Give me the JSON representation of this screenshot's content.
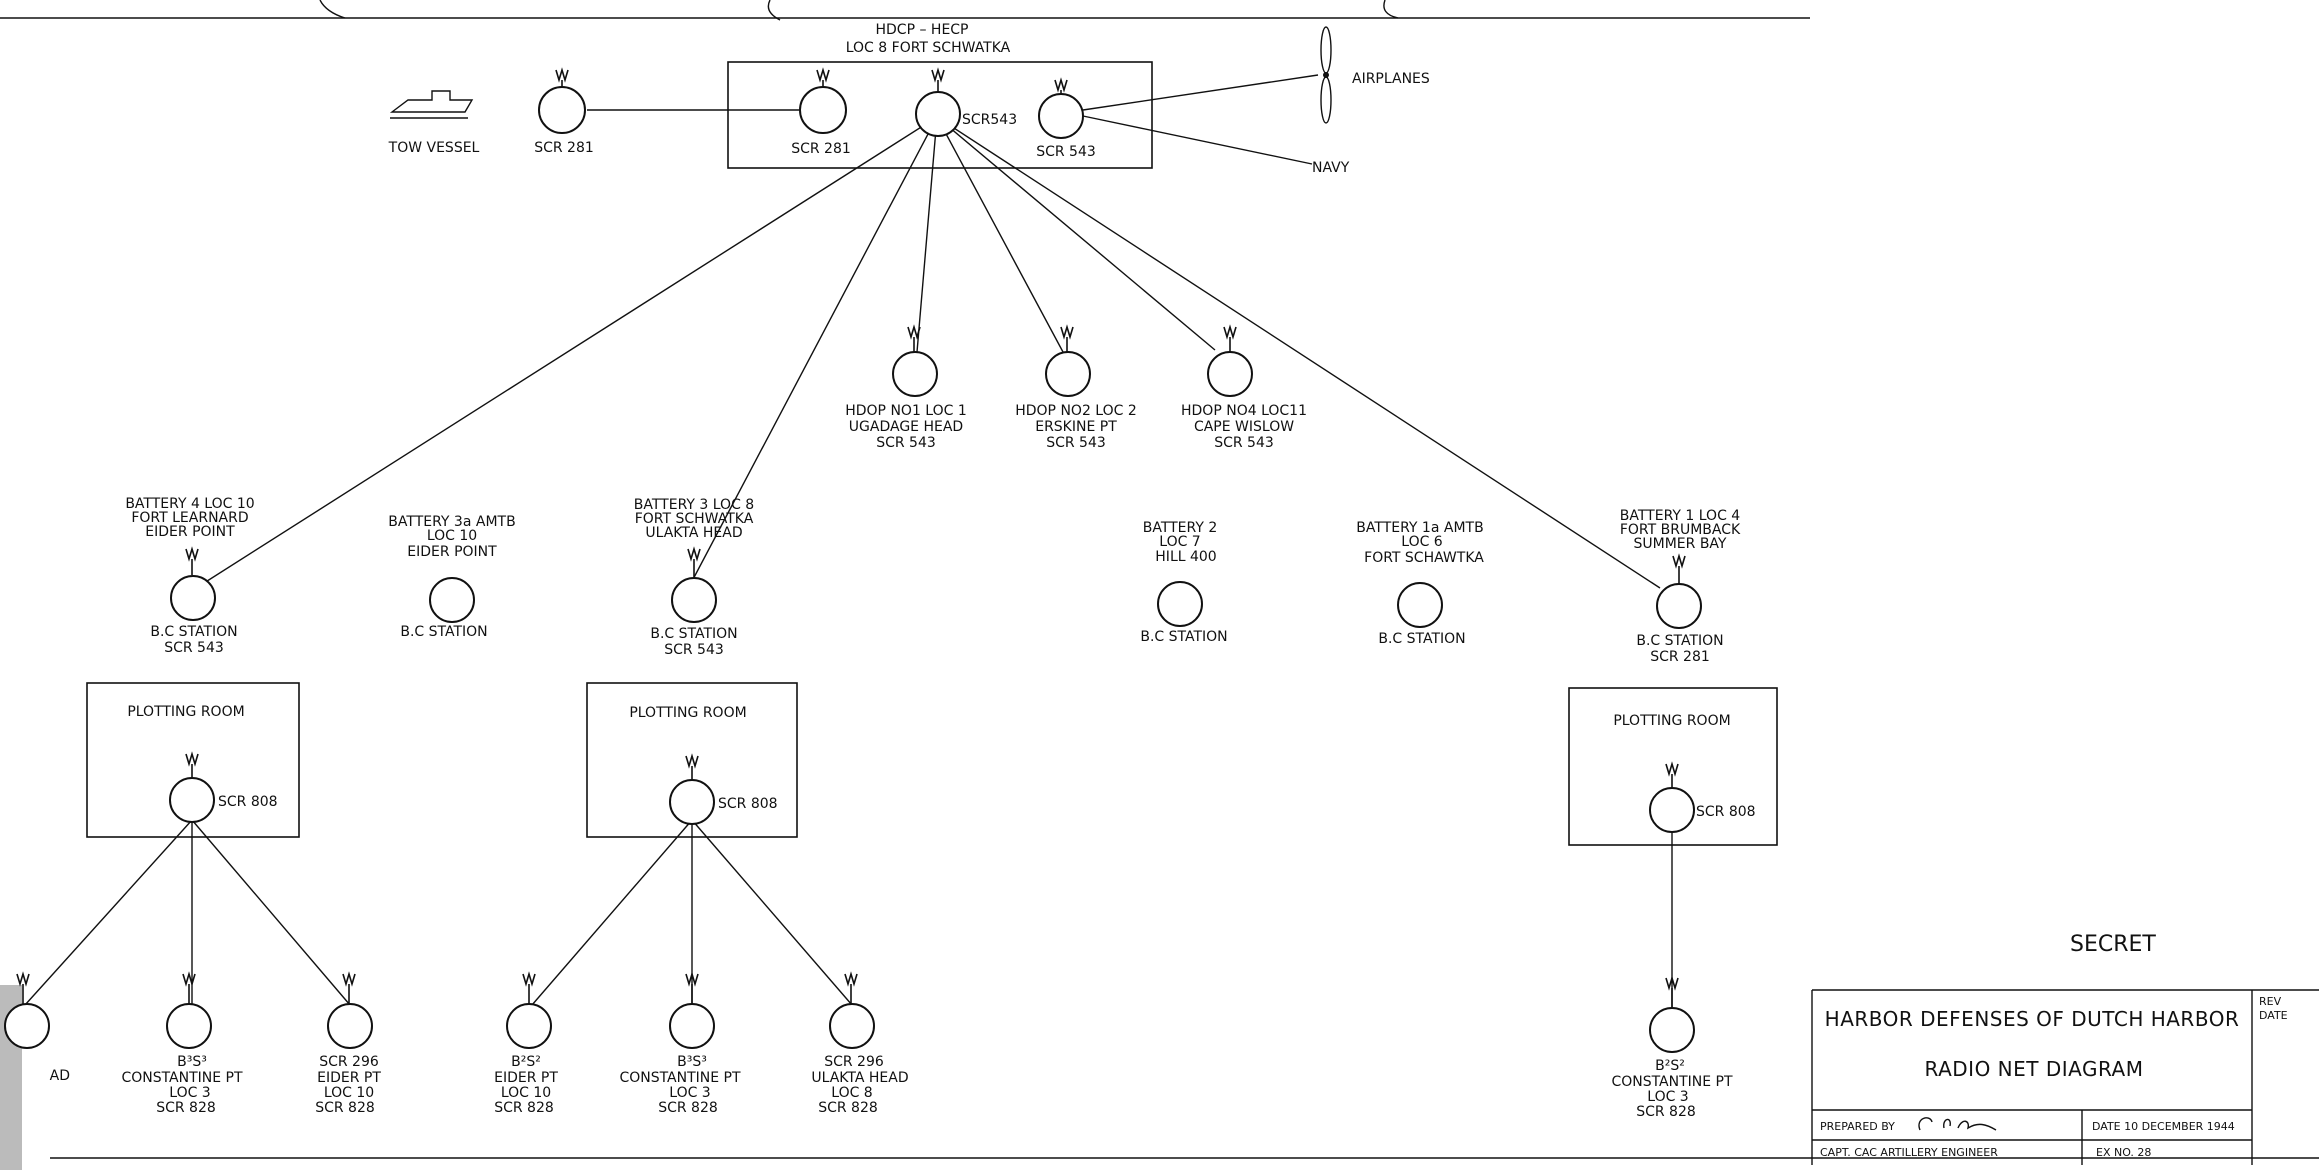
{
  "header": {
    "hdcp_title_1": "HDCP – HECP",
    "hdcp_title_2": "LOC 8   FORT   SCHWATKA"
  },
  "top": {
    "tow_vessel": "TOW  VESSEL",
    "scr281_left": "SCR 281",
    "hdcp_scr281": "SCR 281",
    "hdcp_scr543_center": "SCR543",
    "hdcp_scr543_right": "SCR 543",
    "airplanes": "AIRPLANES",
    "navy": "NAVY"
  },
  "hdop": [
    {
      "l1": "HDOP  NO1   LOC 1",
      "l2": "UGADAGE  HEAD",
      "l3": "SCR  543"
    },
    {
      "l1": "HDOP  NO2   LOC 2",
      "l2": "ERSKINE   PT",
      "l3": "SCR  543"
    },
    {
      "l1": "HDOP  NO4   LOC11",
      "l2": "CAPE  WISLOW",
      "l3": "SCR 543"
    }
  ],
  "batteries": [
    {
      "l1": "BATTERY 4   LOC 10",
      "l2": "FORT  LEARNARD",
      "l3": "EIDER  POINT",
      "s1": "B.C  STATION",
      "s2": "SCR 543"
    },
    {
      "l1": "BATTERY 3a  AMTB",
      "l2": "LOC 10",
      "l3": "EIDER  POINT",
      "s1": "B.C  STATION",
      "s2": ""
    },
    {
      "l1": "BATTERY 3   LOC 8",
      "l2": "FORT  SCHWATKA",
      "l3": "ULAKTA  HEAD",
      "s1": "B.C  STATION",
      "s2": "SCR 543"
    },
    {
      "l1": "BATTERY  2",
      "l2": "LOC 7",
      "l3": "HILL  400",
      "s1": "B.C  STATION",
      "s2": ""
    },
    {
      "l1": "BATTERY 1a  AMTB",
      "l2": "LOC 6",
      "l3": "FORT  SCHAWTKA",
      "s1": "B.C  STATION",
      "s2": ""
    },
    {
      "l1": "BATTERY 1   LOC  4",
      "l2": "FORT  BRUMBACK",
      "l3": "SUMMER   BAY",
      "s1": "B.C  STATION",
      "s2": "SCR 281"
    }
  ],
  "plotting": {
    "label": "PLOTTING  ROOM",
    "scr": "SCR 808"
  },
  "bottom_left": [
    {
      "l1": "AD",
      "l2": "",
      "l3": "",
      "l4": ""
    },
    {
      "l1": "B³S³",
      "l2": "CONSTANTINE  PT",
      "l3": "LOC 3",
      "l4": "SCR 828"
    },
    {
      "l1": "SCR 296",
      "l2": "EIDER  PT",
      "l3": "LOC 10",
      "l4": "SCR 828"
    }
  ],
  "bottom_mid": [
    {
      "l1": "B²S²",
      "l2": "EIDER  PT",
      "l3": "LOC 10",
      "l4": "SCR 828"
    },
    {
      "l1": "B³S³",
      "l2": "CONSTANTINE  PT",
      "l3": "LOC 3",
      "l4": "SCR 828"
    },
    {
      "l1": "SCR 296",
      "l2": "ULAKTA  HEAD",
      "l3": "LOC 8",
      "l4": "SCR 828"
    }
  ],
  "bottom_right": {
    "l1": "B²S²",
    "l2": "CONSTANTINE  PT",
    "l3": "LOC 3",
    "l4": "SCR 828"
  },
  "title_block": {
    "secret": "SECRET",
    "line1": "HARBOR DEFENSES OF DUTCH HARBOR",
    "line2": "RADIO NET DIAGRAM",
    "rev": "REV",
    "rev_date": "DATE",
    "prepared_by": "PREPARED  BY",
    "signature": "C. E. Cole",
    "engineer": "CAPT.  CAC  ARTILLERY  ENGINEER",
    "date": "DATE  10 DECEMBER 1944",
    "ex_no": "EX NO.   28"
  },
  "colors": {
    "ink": "#111111",
    "paper": "#ffffff"
  }
}
